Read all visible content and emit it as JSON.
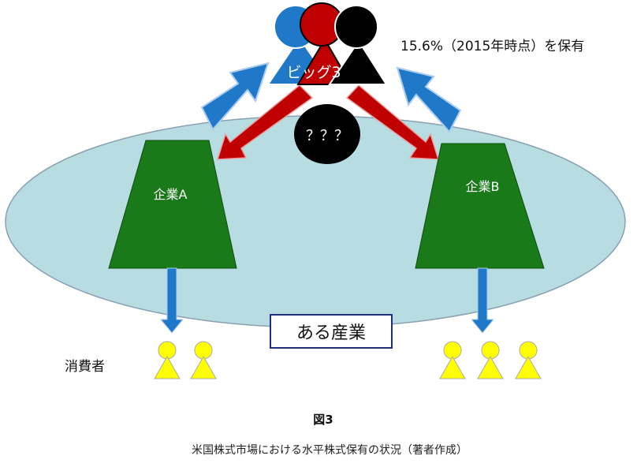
{
  "diagram": {
    "big3_label": "ビッグ3",
    "holding_note": "15.6%（2015年時点）を保有",
    "unknown_label": "？？？",
    "company_a": "企業A",
    "company_b": "企業B",
    "industry_label": "ある産業",
    "consumers_label": "消費者",
    "figure_title": "図3",
    "caption": "米国株式市場における水平株式保有の状況（著者作成）"
  },
  "colors": {
    "industry_fill": "#b7dde3",
    "company_fill": "#1a7a1a",
    "blue_arrow": "#1f78c8",
    "red_arrow": "#c00000",
    "consumer_fill": "#f5f500"
  }
}
